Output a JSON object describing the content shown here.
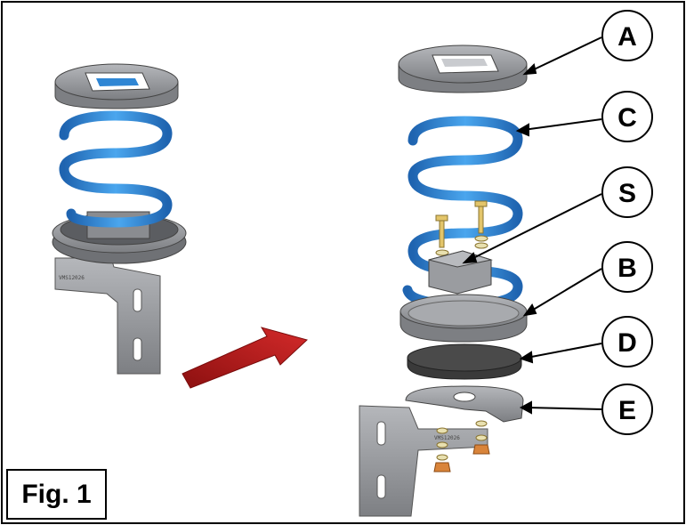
{
  "figure": {
    "label": "Fig. 1",
    "bracket_stamp_left": "VMS12026",
    "bracket_stamp_right": "VMS12026"
  },
  "callouts": [
    "A",
    "C",
    "S",
    "B",
    "D",
    "E"
  ],
  "colors": {
    "spring": "#2f86d4",
    "metal": "#9a9ca0",
    "rubber": "#4a4a4a",
    "arrow": "#b01818",
    "bolt": "#e3c56a",
    "nut": "#d9843a"
  }
}
